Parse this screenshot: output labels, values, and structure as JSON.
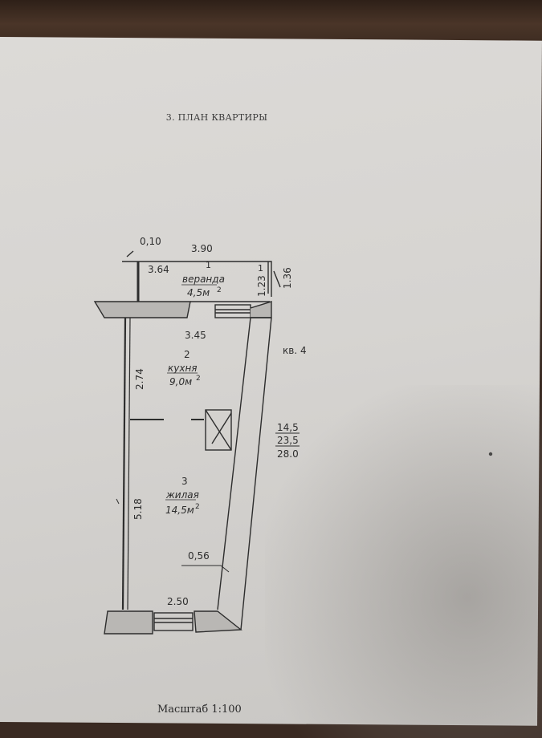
{
  "document": {
    "heading": "3. ПЛАН КВАРТИРЫ",
    "scale": "Масштаб 1:100"
  },
  "dimensions": {
    "d_0_10": "0,10",
    "d_3_90": "3.90",
    "d_3_64": "3.64",
    "d_1_23": "1.23",
    "d_1_36": "1.36",
    "d_3_45": "3.45",
    "d_2_74": "2.74",
    "d_5_18": "5.18",
    "d_0_56": "0,56",
    "d_2_50": "2.50"
  },
  "rooms": {
    "veranda": {
      "number": "1",
      "number_alt": "1",
      "name": "веранда",
      "area": "4,5м",
      "sup": "2"
    },
    "kitchen": {
      "number": "2",
      "name": "кухня",
      "area": "9,0м",
      "sup": "2"
    },
    "living": {
      "number": "3",
      "name": "жилая",
      "area": "14,5м",
      "sup": "2"
    }
  },
  "apartment": {
    "label": "кв. 4",
    "living_area": "14,5",
    "total_area": "23,5",
    "total_with_veranda": "28.0"
  },
  "colors": {
    "ink": "#2d2d2d",
    "paper": "#d8d6d3",
    "table": "#3a2a22"
  }
}
